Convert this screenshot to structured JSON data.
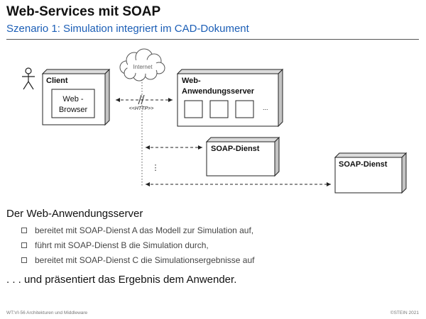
{
  "slide": {
    "title": "Web-Services mit SOAP",
    "subtitle": "Szenario 1: Simulation integriert im CAD-Dokument"
  },
  "diagram": {
    "internet_label": "Internet",
    "client_label": "Client",
    "browser_label_line1": "Web -",
    "browser_label_line2": "Browser",
    "server_label_line1": "Web-",
    "server_label_line2": "Anwendungsserver",
    "server_ellipsis": "...",
    "protocol_label": "<<HTTP>>",
    "soap_service_1_label": "SOAP-Dienst",
    "soap_service_2_label": "SOAP-Dienst",
    "vertical_ellipsis": "⋮"
  },
  "body": {
    "intro": "Der Web-Anwendungsserver",
    "bullets": [
      "bereitet mit SOAP-Dienst A das Modell zur Simulation auf,",
      "führt mit SOAP-Dienst B die Simulation durch,",
      "bereitet mit SOAP-Dienst C die Simulationsergebnisse auf"
    ],
    "conclusion": ". . .  und präsentiert das Ergebnis dem Anwender."
  },
  "footer": {
    "left": "WT:VI-56   Architekturen und Middleware",
    "right": "©STEIN 2021"
  }
}
